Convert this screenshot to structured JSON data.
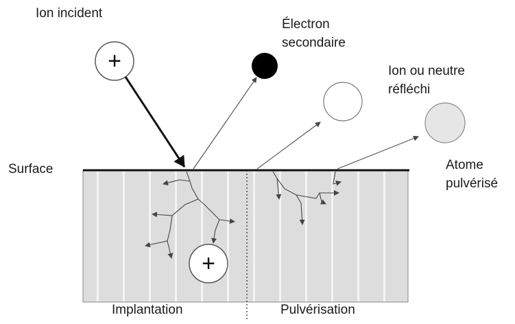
{
  "labels": {
    "incident_ion": "Ion incident",
    "secondary_electron_line1": "Électron",
    "secondary_electron_line2": "secondaire",
    "reflected_line1": "Ion ou neutre",
    "reflected_line2": "réfléchi",
    "sputtered_line1": "Atome",
    "sputtered_line2": "pulvérisé",
    "surface": "Surface",
    "implantation": "Implantation",
    "sputtering": "Pulvérisation"
  },
  "symbols": {
    "plus": "+"
  },
  "colors": {
    "line": "#1a1a1a",
    "thin_line": "#666666",
    "solid_fill": "#d9d9d9",
    "solid_stripe": "#f2f2f2",
    "electron": "#000000",
    "reflected": "#ffffff",
    "sputtered_atom": "#e6e6e6"
  }
}
